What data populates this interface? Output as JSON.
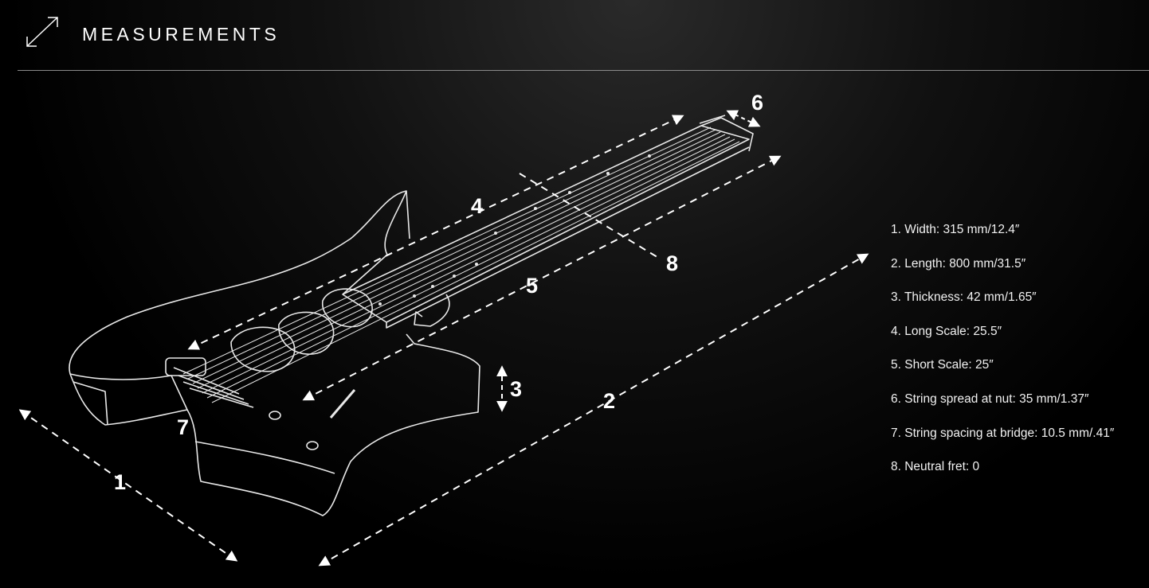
{
  "header": {
    "title": "MEASUREMENTS",
    "icon": "expand-arrows-icon"
  },
  "diagram": {
    "callouts": [
      "1",
      "2",
      "3",
      "4",
      "5",
      "6",
      "7",
      "8"
    ]
  },
  "specs": [
    {
      "label": "1. Width: 315 mm/12.4″"
    },
    {
      "label": "2. Length: 800 mm/31.5″"
    },
    {
      "label": "3. Thickness: 42 mm/1.65″"
    },
    {
      "label": "4. Long Scale: 25.5″"
    },
    {
      "label": "5. Short Scale: 25″"
    },
    {
      "label": "6. String spread at nut: 35 mm/1.37″"
    },
    {
      "label": "7. String spacing at bridge: 10.5 mm/.41″"
    },
    {
      "label": "8. Neutral fret: 0"
    }
  ],
  "colors": {
    "background": "#000000",
    "line": "#e8e8e8",
    "text": "#ffffff"
  }
}
